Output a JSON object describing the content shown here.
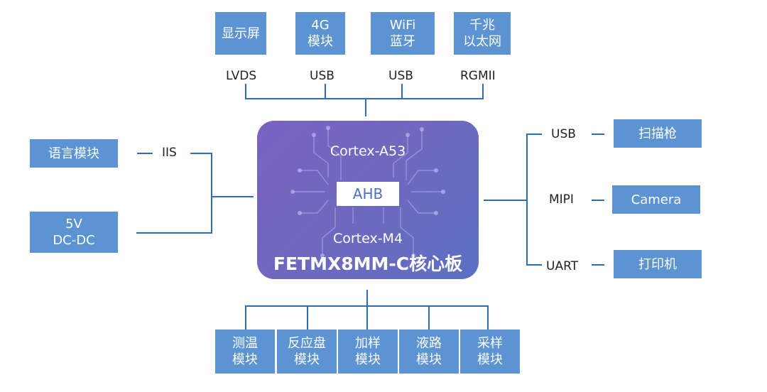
{
  "top_modules": [
    {
      "label": "显示屏",
      "bus": "LVDS"
    },
    {
      "label": "4G\n模块",
      "bus": "USB"
    },
    {
      "label": "WiFi\n蓝牙",
      "bus": "USB"
    },
    {
      "label": "千兆\n以太网",
      "bus": "RGMII"
    }
  ],
  "left_modules": [
    {
      "label": "语言模块",
      "bus": "IIS"
    },
    {
      "label": "5V\nDC-DC",
      "bus": ""
    }
  ],
  "right_modules": [
    {
      "label": "扫描枪",
      "bus": "USB"
    },
    {
      "label": "Camera",
      "bus": "MIPI"
    },
    {
      "label": "打印机",
      "bus": "UART"
    }
  ],
  "bottom_modules": [
    {
      "label": "测温\n模块"
    },
    {
      "label": "反应盘\n模块"
    },
    {
      "label": "加样\n模块"
    },
    {
      "label": "液路\n模块"
    },
    {
      "label": "采样\n模块"
    }
  ],
  "core": {
    "cpu_a": "Cortex-A53",
    "bus": "AHB",
    "cpu_m": "Cortex-M4",
    "name": "FETMX8MM-C核心板"
  },
  "colors": {
    "box": "#5b93d3",
    "line": "#2e6db5",
    "core_start": "#7b62c2",
    "core_end": "#5b70c2"
  }
}
